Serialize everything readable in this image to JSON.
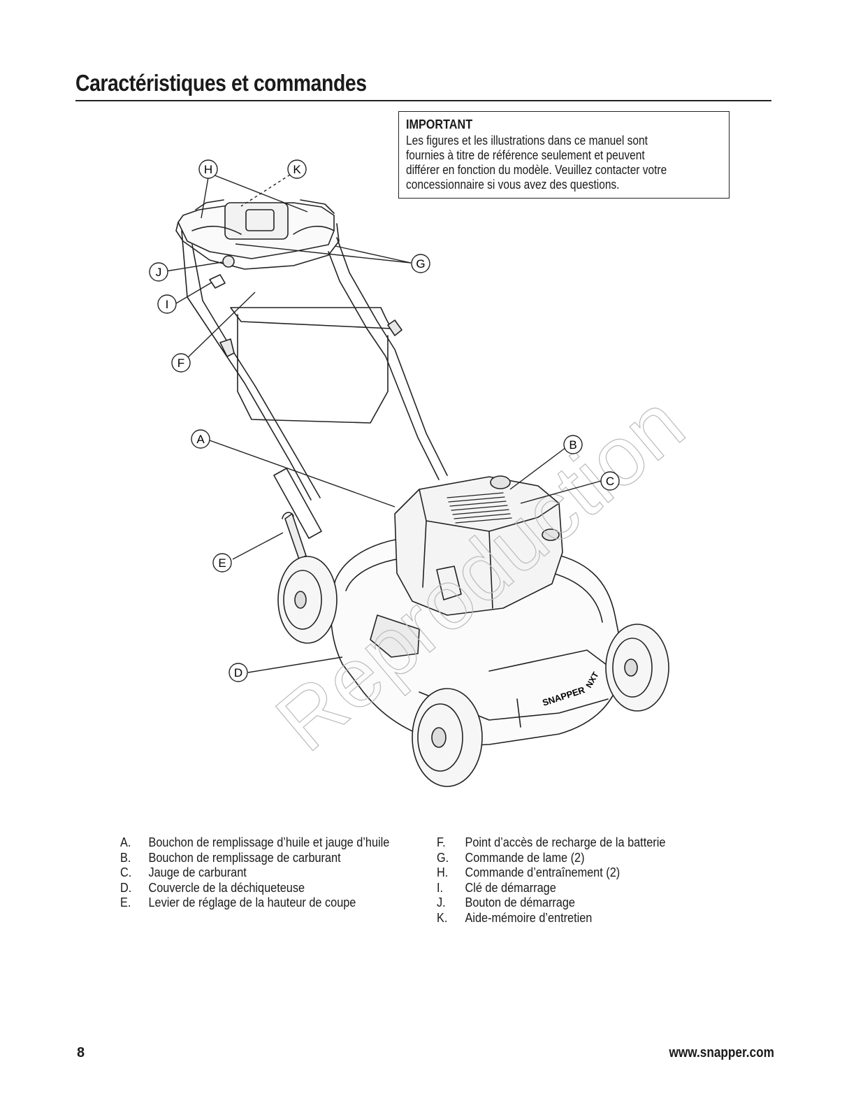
{
  "header": {
    "title": "Caractéristiques et commandes"
  },
  "notice": {
    "heading": "IMPORTANT",
    "lines": [
      "Les figures et les illustrations dans ce manuel sont",
      "fournies à titre de référence seulement et peuvent",
      "différer en fonction du modèle. Veuillez contacter votre",
      "concessionnaire si vous avez des questions."
    ]
  },
  "figure": {
    "callouts": [
      "H",
      "K",
      "G",
      "J",
      "I",
      "F",
      "A",
      "B",
      "C",
      "E",
      "D"
    ],
    "brand_decal": "SNAPPER",
    "model_decal": "NXT",
    "watermark": "Reproduction"
  },
  "legend": {
    "left": [
      {
        "letter": "A.",
        "text": "Bouchon de remplissage d’huile et jauge d’huile"
      },
      {
        "letter": "B.",
        "text": "Bouchon de remplissage de carburant"
      },
      {
        "letter": "C.",
        "text": "Jauge de carburant"
      },
      {
        "letter": "D.",
        "text": "Couvercle de la déchiqueteuse"
      },
      {
        "letter": "E.",
        "text": "Levier de réglage de la hauteur de coupe"
      }
    ],
    "right": [
      {
        "letter": "F.",
        "text": "Point d’accès de recharge de la batterie"
      },
      {
        "letter": "G.",
        "text": "Commande de lame (2)"
      },
      {
        "letter": "H.",
        "text": "Commande d’entraînement (2)"
      },
      {
        "letter": "I.",
        "text": "Clé de démarrage"
      },
      {
        "letter": "J.",
        "text": "Bouton de démarrage"
      },
      {
        "letter": "K.",
        "text": "Aide-mémoire d’entretien"
      }
    ]
  },
  "footer": {
    "page_number": "8",
    "url": "www.snapper.com"
  }
}
